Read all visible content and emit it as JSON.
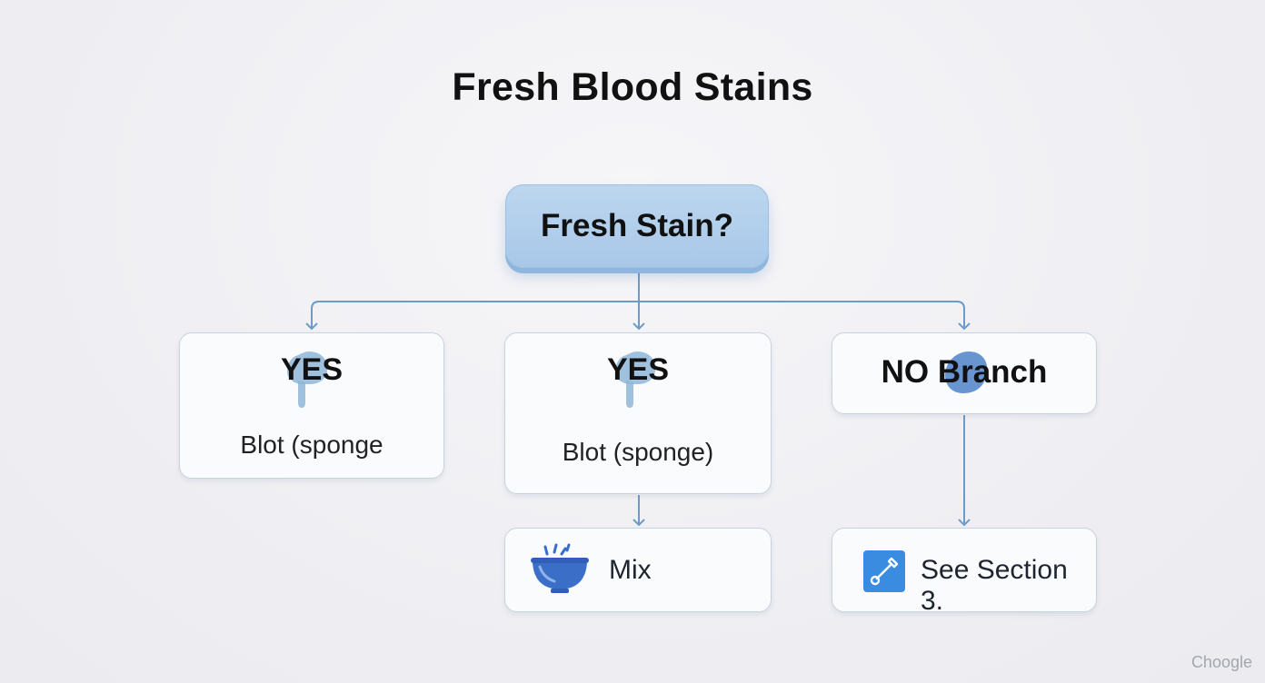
{
  "title": "Fresh Blood Stains",
  "root": {
    "label": "Fresh Stain?"
  },
  "branches": [
    {
      "heading": "YES",
      "action": "Blot (sponge",
      "icon": "drop-blob-icon"
    },
    {
      "heading": "YES",
      "action": "Blot (sponge)",
      "icon": "drop-blob-icon"
    },
    {
      "heading": "NO Branch",
      "icon": "blue-blob-icon"
    }
  ],
  "steps": {
    "mix": {
      "label": "Mix",
      "icon": "mixing-bowl-icon"
    },
    "section": {
      "label": "See Section 3.",
      "icon": "dropper-icon"
    }
  },
  "watermark": "Choogle",
  "colors": {
    "connector": "#6d9bc9",
    "root_fill": "#b3d0ee",
    "icon_blue": "#3b6fc7",
    "blob_blue": "#8fb6d8"
  }
}
